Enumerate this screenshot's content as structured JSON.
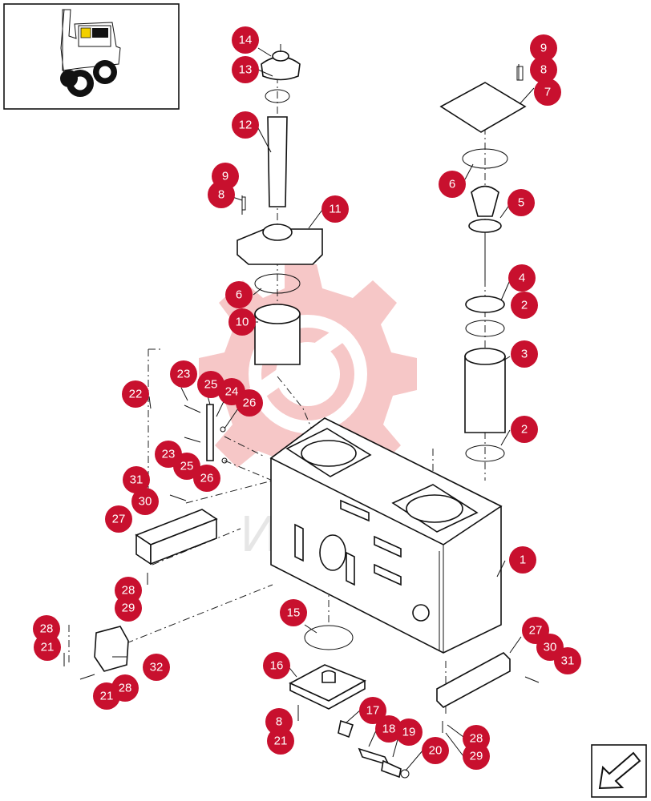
{
  "diagram": {
    "callouts": [
      {
        "id": "c-14a",
        "label": "14"
      },
      {
        "id": "c-13a",
        "label": "13"
      },
      {
        "id": "c-12a",
        "label": "12"
      },
      {
        "id": "c-9a",
        "label": "9"
      },
      {
        "id": "c-8a",
        "label": "8"
      },
      {
        "id": "c-11a",
        "label": "11"
      },
      {
        "id": "c-6a",
        "label": "6"
      },
      {
        "id": "c-10a",
        "label": "10"
      },
      {
        "id": "c-9b",
        "label": "9"
      },
      {
        "id": "c-8b",
        "label": "8"
      },
      {
        "id": "c-7a",
        "label": "7"
      },
      {
        "id": "c-6b",
        "label": "6"
      },
      {
        "id": "c-5a",
        "label": "5"
      },
      {
        "id": "c-4a",
        "label": "4"
      },
      {
        "id": "c-2a",
        "label": "2"
      },
      {
        "id": "c-3a",
        "label": "3"
      },
      {
        "id": "c-2b",
        "label": "2"
      },
      {
        "id": "c-22a",
        "label": "22"
      },
      {
        "id": "c-23a",
        "label": "23"
      },
      {
        "id": "c-25a",
        "label": "25"
      },
      {
        "id": "c-24a",
        "label": "24"
      },
      {
        "id": "c-26a",
        "label": "26"
      },
      {
        "id": "c-23b",
        "label": "23"
      },
      {
        "id": "c-25b",
        "label": "25"
      },
      {
        "id": "c-26b",
        "label": "26"
      },
      {
        "id": "c-31a",
        "label": "31"
      },
      {
        "id": "c-30a",
        "label": "30"
      },
      {
        "id": "c-27a",
        "label": "27"
      },
      {
        "id": "c-1a",
        "label": "1"
      },
      {
        "id": "c-28a",
        "label": "28"
      },
      {
        "id": "c-29a",
        "label": "29"
      },
      {
        "id": "c-15a",
        "label": "15"
      },
      {
        "id": "c-28b",
        "label": "28"
      },
      {
        "id": "c-21a",
        "label": "21"
      },
      {
        "id": "c-32a",
        "label": "32"
      },
      {
        "id": "c-28c",
        "label": "28"
      },
      {
        "id": "c-21b",
        "label": "21"
      },
      {
        "id": "c-16a",
        "label": "16"
      },
      {
        "id": "c-27b",
        "label": "27"
      },
      {
        "id": "c-30b",
        "label": "30"
      },
      {
        "id": "c-31b",
        "label": "31"
      },
      {
        "id": "c-17a",
        "label": "17"
      },
      {
        "id": "c-18a",
        "label": "18"
      },
      {
        "id": "c-19a",
        "label": "19"
      },
      {
        "id": "c-8c",
        "label": "8"
      },
      {
        "id": "c-21c",
        "label": "21"
      },
      {
        "id": "c-20a",
        "label": "20"
      },
      {
        "id": "c-28d",
        "label": "28"
      },
      {
        "id": "c-29b",
        "label": "29"
      }
    ],
    "watermark_text": "ИНТЕХ",
    "callout_color": "#c8102e",
    "watermark_color": "#f6c7c7",
    "thumbnail_icon": "tractor-thumbnail-icon",
    "nav_icon": "return-arrow-icon"
  }
}
